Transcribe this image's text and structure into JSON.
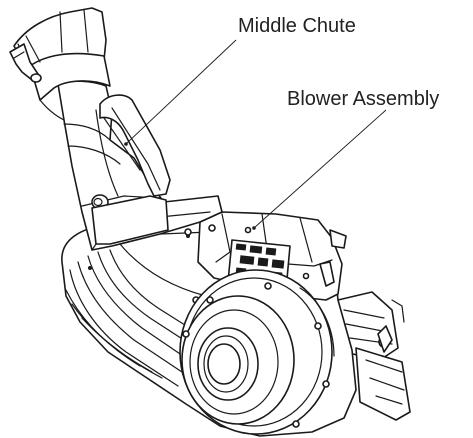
{
  "figure": {
    "callouts": [
      {
        "id": "middle-chute",
        "label": "Middle Chute"
      },
      {
        "id": "blower-assembly",
        "label": "Blower Assembly"
      }
    ],
    "line_color": "#1a1a1a",
    "background": "#ffffff"
  }
}
